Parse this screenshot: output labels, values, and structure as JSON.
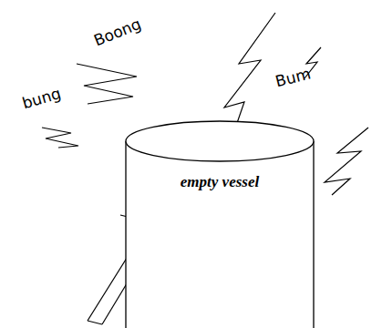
{
  "diagram": {
    "nodes": [
      {
        "text": [
          "empty vessel"
        ]
      }
    ],
    "labels": [
      "Boong",
      "Bum",
      "bung"
    ]
  }
}
